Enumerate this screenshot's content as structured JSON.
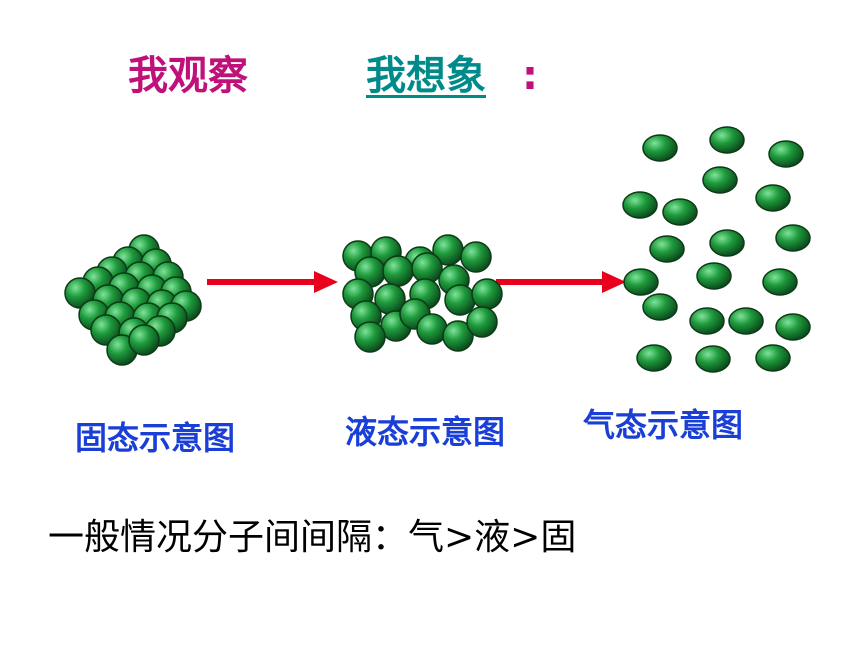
{
  "header": {
    "observe": "我观察",
    "imagine": "我想象",
    "colon": ":"
  },
  "labels": {
    "solid": "固态示意图",
    "liquid": "液态示意图",
    "gas": "气态示意图"
  },
  "conclusion": "一般情况分子间间隔：气>液>固",
  "colors": {
    "observe": "#c0107a",
    "imagine": "#008b8b",
    "label": "#1a3fd6",
    "arrow": "#e8001c",
    "particle": "#1e9a3c",
    "particle_edge": "#0d3a16"
  }
}
